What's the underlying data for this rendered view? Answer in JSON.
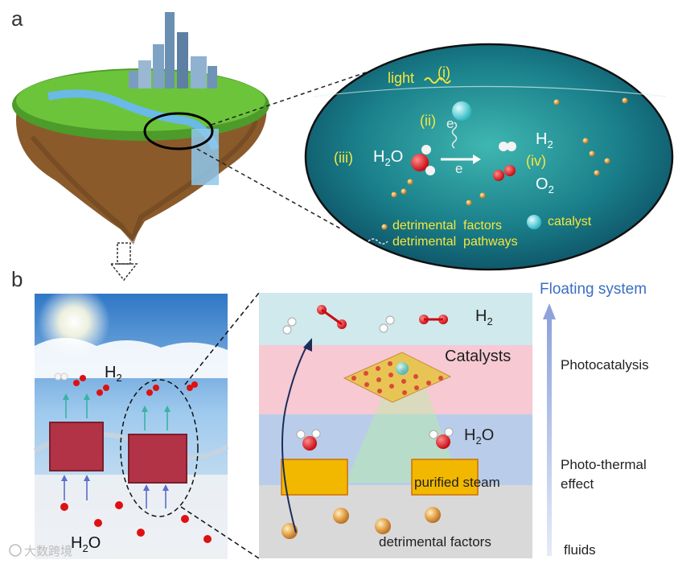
{
  "panel_a": {
    "letter": "a",
    "labels": {
      "light": "light",
      "step_i": "(i)",
      "step_ii": "(ii)",
      "step_iii": "(iii)",
      "step_iv": "(iv)",
      "electron": "e",
      "h2o": "H",
      "h2o_sub": "2",
      "h2o_tail": "O",
      "h2": "H",
      "h2_sub": "2",
      "o2": "O",
      "o2_sub": "2",
      "legend_factors": "detrimental  factors",
      "legend_pathways": "detrimental  pathways",
      "legend_catalyst": "catalyst"
    }
  },
  "panel_b": {
    "letter": "b",
    "left": {
      "h2": "H",
      "h2_sub": "2",
      "h2o": "H",
      "h2o_sub": "2",
      "h2o_tail": "O"
    },
    "middle": {
      "h2": "H",
      "h2_sub": "2",
      "catalysts": "Catalysts",
      "h2o": "H",
      "h2o_sub": "2",
      "h2o_tail": "O",
      "purified": "purified steam",
      "detrimental": "detrimental factors"
    },
    "right": {
      "title": "Floating system",
      "photocatalysis": "Photocatalysis",
      "photothermal_1": "Photo-thermal",
      "photothermal_2": "effect",
      "fluids": "fluids"
    },
    "colors": {
      "band_h2": "#cfe9ec",
      "band_catalyst": "#f6c9d3",
      "band_h2o": "#b9cdea",
      "band_fluids": "#d9d9d9",
      "arrow": "#6a7fc9",
      "title": "#3b6ec2"
    }
  },
  "watermark": "大数跨境"
}
